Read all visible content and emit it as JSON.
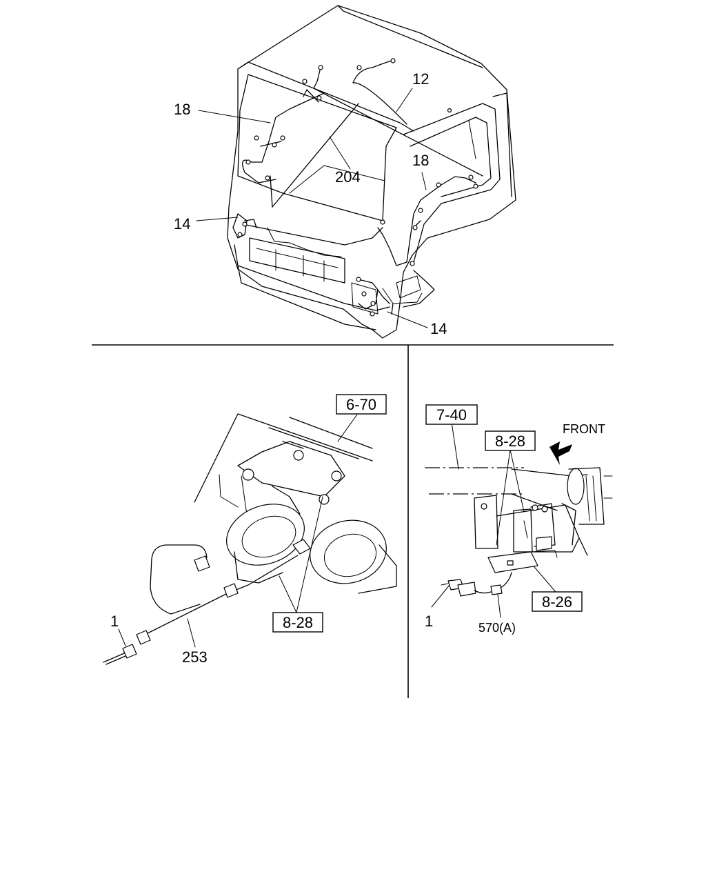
{
  "top_view": {
    "callouts": {
      "c12": "12",
      "c18_left": "18",
      "c18_right": "18",
      "c204": "204",
      "c14_left": "14",
      "c14_right": "14"
    }
  },
  "horn_view": {
    "ref_box_top": "6-70",
    "ref_box_bottom": "8-28",
    "callouts": {
      "c1": "1",
      "c253": "253"
    }
  },
  "bracket_view": {
    "ref_box_frame": "7-40",
    "ref_box_upper": "8-28",
    "ref_box_lower": "8-26",
    "front_label": "FRONT",
    "callouts": {
      "c1": "1",
      "c570a": "570(A)"
    }
  },
  "icons": {
    "front_arrow": "arrow-up-right-icon"
  }
}
